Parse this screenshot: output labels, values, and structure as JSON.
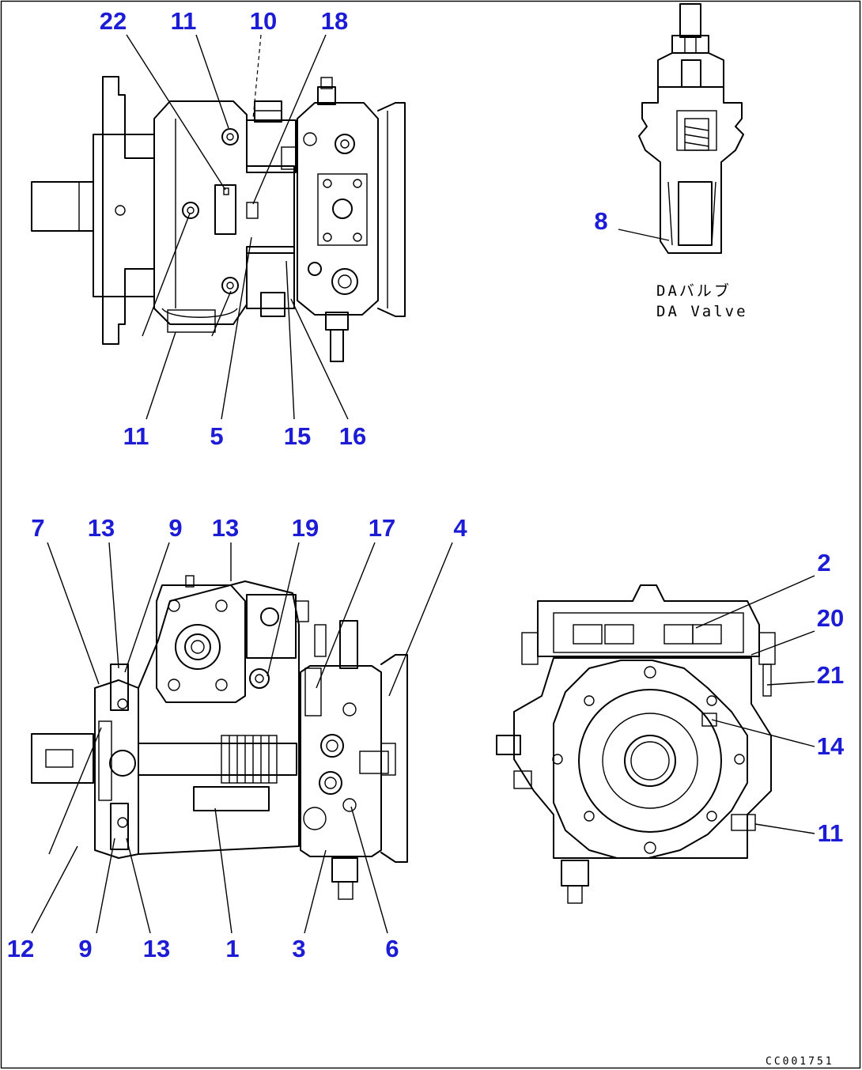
{
  "drawing": {
    "doc_id": "CC001751",
    "caption_jp": "DAバルブ",
    "caption_en": "DA Valve"
  },
  "callouts_top": [
    "22",
    "11",
    "10",
    "18"
  ],
  "callouts_top_bottom": [
    "11",
    "5",
    "15",
    "16"
  ],
  "callout_da": "8",
  "callouts_mid": [
    "7",
    "13",
    "9",
    "13",
    "19",
    "17",
    "4"
  ],
  "callouts_bottom": [
    "12",
    "9",
    "13",
    "1",
    "3",
    "6"
  ],
  "callouts_right": [
    "2",
    "20",
    "21",
    "14",
    "11"
  ],
  "colors": {
    "callout": "#1c1cd6",
    "line": "#000000",
    "background": "#ffffff"
  }
}
